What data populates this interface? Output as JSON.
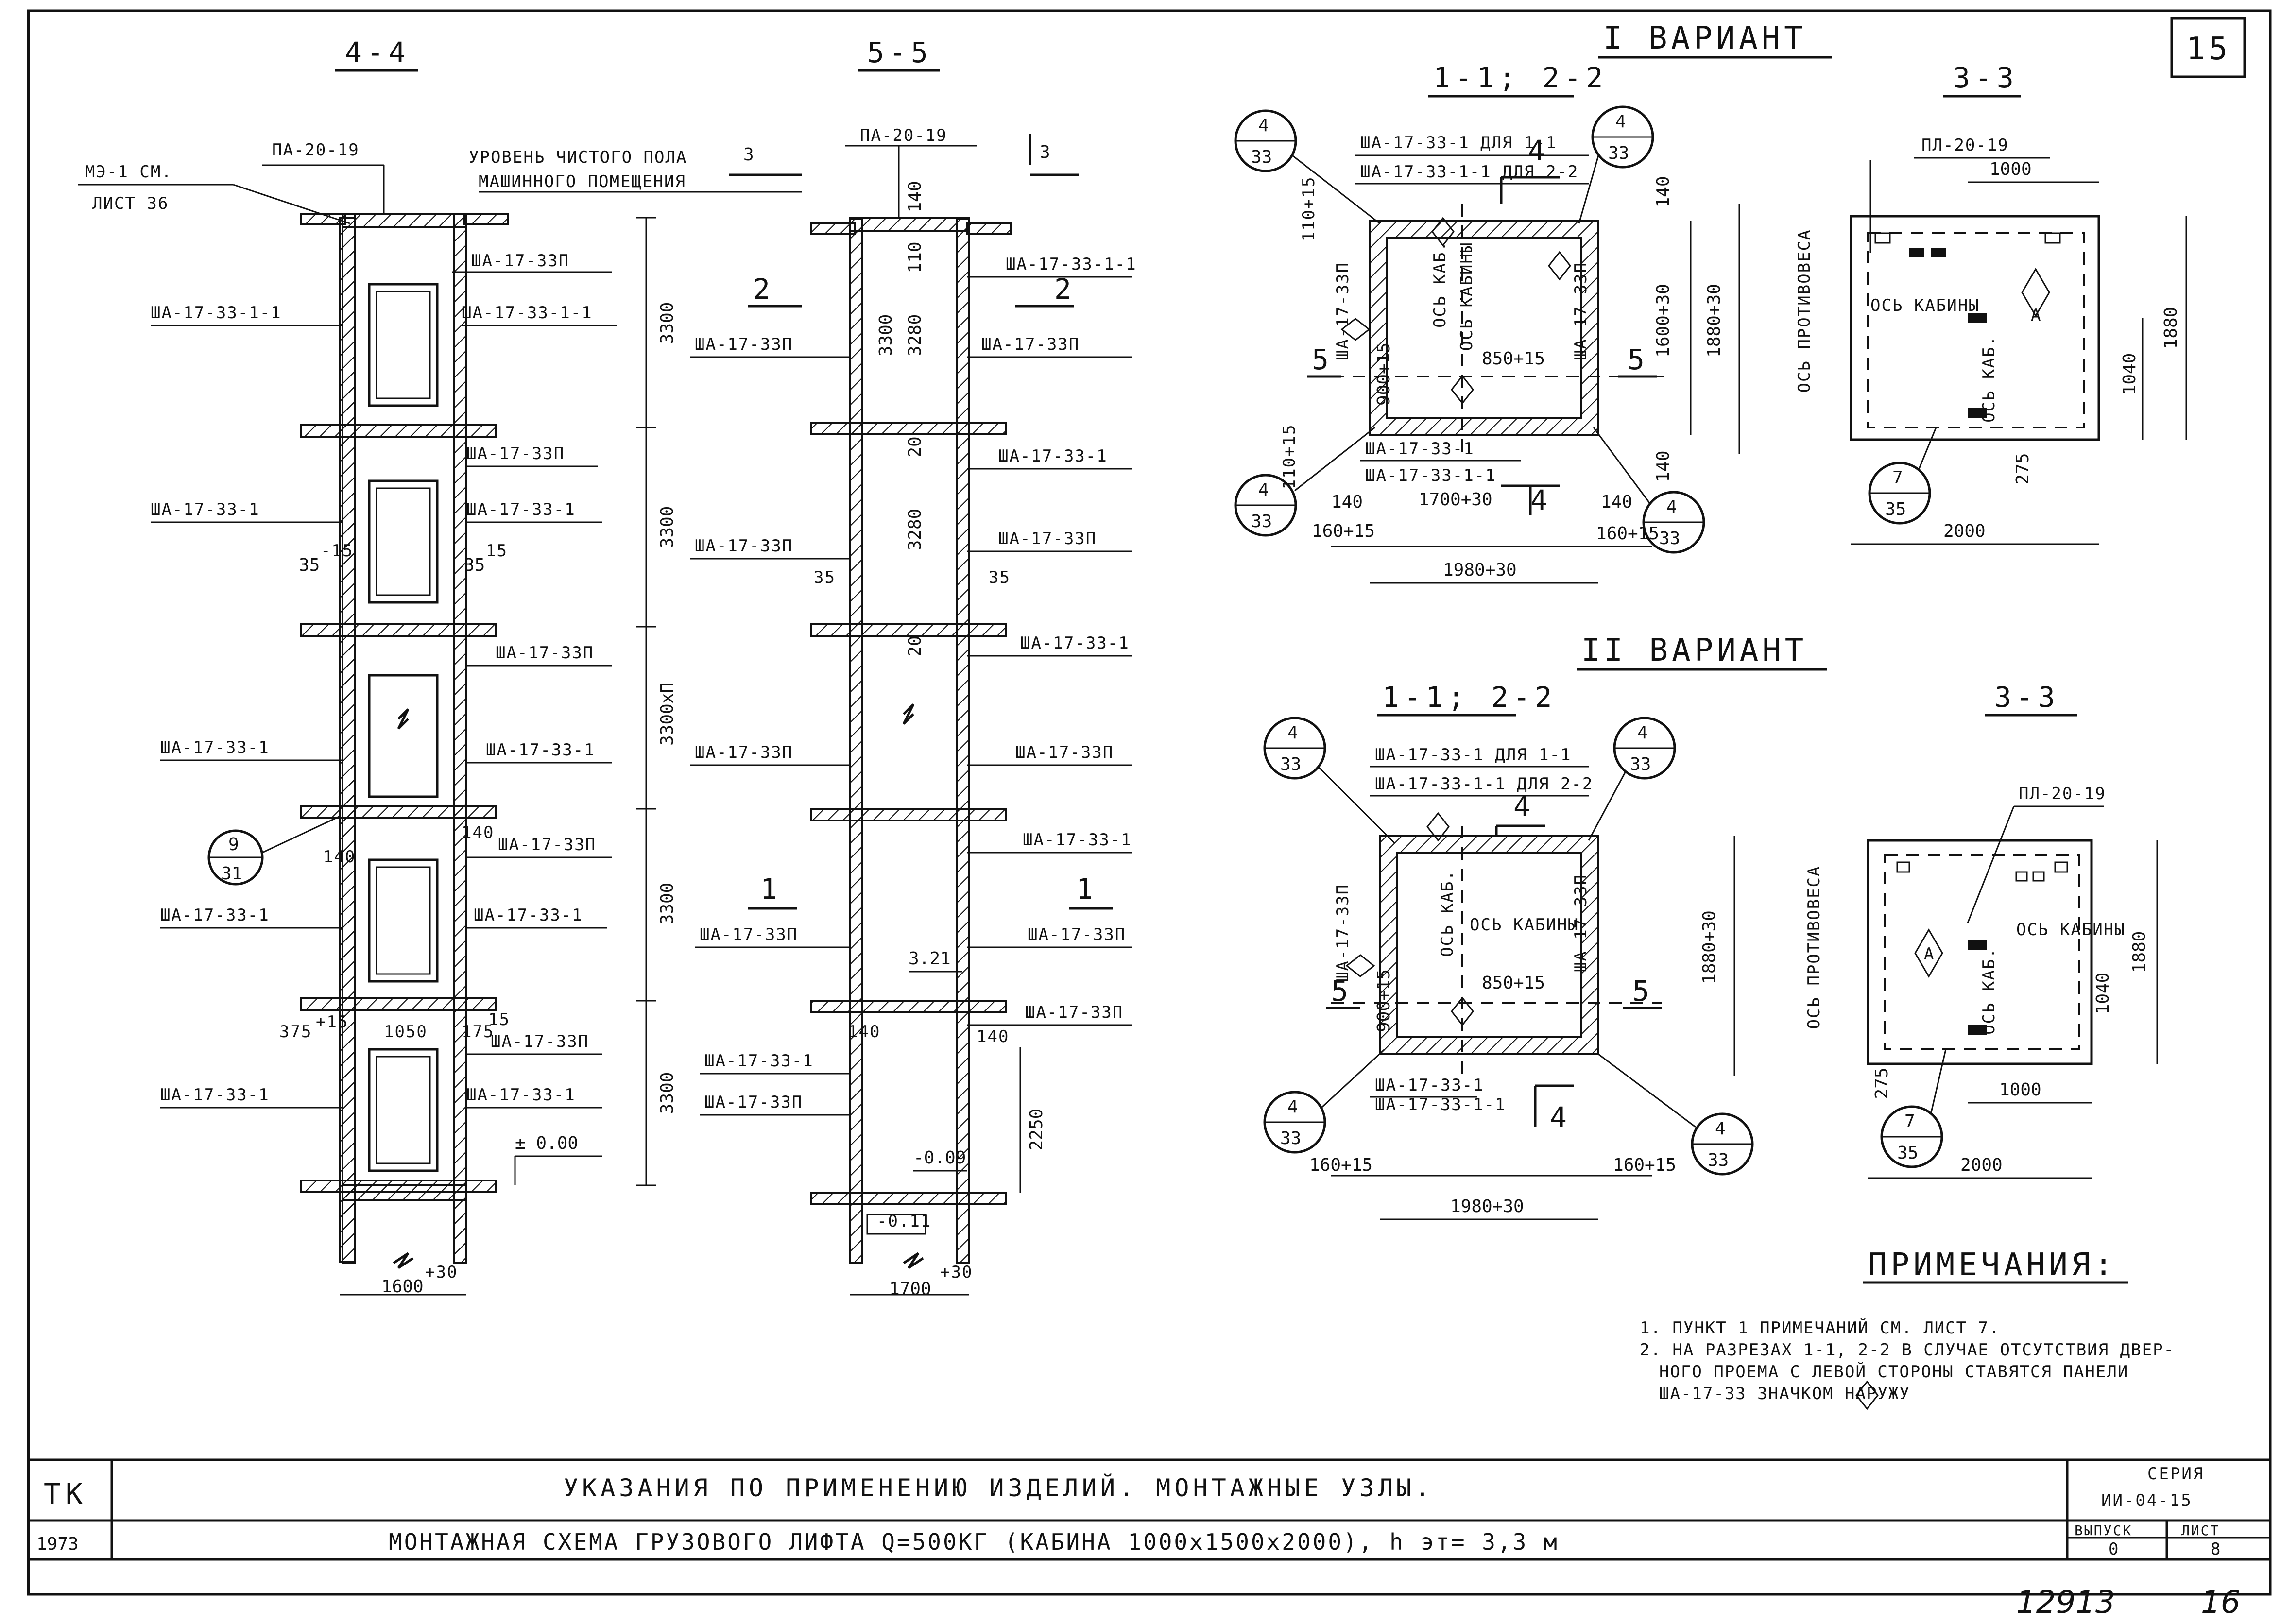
{
  "page_number": "15",
  "section_4_4": {
    "title": "4-4",
    "top_labels": [
      "МЭ-1 СМ.",
      "ЛИСТ 36",
      "ПА-20-19",
      "УРОВЕНЬ ЧИСТОГО ПОЛА",
      "МАШИННОГО ПОМЕЩЕНИЯ",
      "3"
    ],
    "left_labels": [
      "ША-17-33-1-1",
      "ША-17-33-1",
      "ША-17-33-1",
      "ША-17-33-1",
      "ША-17-33-1"
    ],
    "right_labels": [
      "ША-17-33П",
      "ША-17-33-1-1",
      "ША-17-33П",
      "ША-17-33-1",
      "ША-17-33П",
      "ША-17-33-1",
      "ША-17-33П",
      "ША-17-33-1",
      "ША-17-33П",
      "ША-17-33-1"
    ],
    "dims": [
      "3300",
      "3300",
      "3300хП",
      "3300",
      "3300",
      "1600",
      "+30",
      "1050",
      "375",
      "+15",
      "175",
      "15",
      "35",
      "-15",
      "35",
      "15",
      "140",
      "140",
      "± 0.00"
    ],
    "callout": {
      "top": "9",
      "bottom": "31"
    }
  },
  "section_5_5": {
    "title": "5-5",
    "top_labels": [
      "ПА-20-19",
      "3",
      "2",
      "2",
      "1",
      "1"
    ],
    "left_labels": [
      "ША-17-33П",
      "ША-17-33П",
      "ША-17-33П",
      "ША-17-33П",
      "ША-17-33-1",
      "ША-17-33П"
    ],
    "right_labels": [
      "ША-17-33-1-1",
      "ША-17-33П",
      "ША-17-33-1",
      "ША-17-33П",
      "ША-17-33-1",
      "ША-17-33П",
      "ША-17-33-1",
      "ША-17-33П",
      "ША-17-33П"
    ],
    "dims": [
      "140",
      "110",
      "3300",
      "3280",
      "20",
      "3280",
      "20",
      "35",
      "35",
      "2250",
      "3.21",
      "140",
      "140",
      "-0.09",
      "-0.11",
      "1700",
      "+30"
    ]
  },
  "variant_1": {
    "title": "I ВАРИАНТ",
    "plan_title": "1-1; 2-2",
    "section_title": "3-3",
    "labels": [
      "ША-17-33-1 ДЛЯ 1-1",
      "ША-17-33-1-1 ДЛЯ 2-2",
      "ША-17-33П",
      "ША-17-33П",
      "ОСЬ КАБ.",
      "ОСЬ КАБИНЫ",
      "ША-17-33-1",
      "ША-17-33-1-1",
      "ОСЬ ПРОТИВОВЕСА",
      "ОСЬ КАБИНЫ",
      "ОСЬ КАБ.",
      "ПЛ-20-19",
      "4",
      "4",
      "5",
      "5"
    ],
    "dims": [
      "110+15",
      "110+15",
      "140",
      "140",
      "1600+30",
      "1880+30",
      "850+15",
      "900+15",
      "1700+30",
      "140",
      "140",
      "160+15",
      "160+15",
      "1980+30",
      "1000",
      "1880",
      "1040",
      "275",
      "2000"
    ],
    "callouts": [
      {
        "top": "4",
        "bottom": "33"
      },
      {
        "top": "4",
        "bottom": "33"
      },
      {
        "top": "4",
        "bottom": "33"
      },
      {
        "top": "4",
        "bottom": "33"
      },
      {
        "top": "7",
        "bottom": "35"
      }
    ]
  },
  "variant_2": {
    "title": "II ВАРИАНТ",
    "plan_title": "1-1; 2-2",
    "section_title": "3-3",
    "labels": [
      "ША-17-33-1 ДЛЯ 1-1",
      "ША-17-33-1-1 ДЛЯ 2-2",
      "ША-17-33П",
      "ША-17-33П",
      "ОСЬ КАБ.",
      "ОСЬ КАБИНЫ",
      "ША-17-33-1",
      "ША-17-33-1-1",
      "ОСЬ ПРОТИВОВЕСА",
      "ПЛ-20-19",
      "ОСЬ КАБИНЫ",
      "ОСЬ КАБ.",
      "4",
      "4",
      "5",
      "5"
    ],
    "dims": [
      "1880+30",
      "850+15",
      "900+15",
      "160+15",
      "160+15",
      "1980+30",
      "1880",
      "1040",
      "275",
      "1000",
      "2000"
    ],
    "callouts": [
      {
        "top": "4",
        "bottom": "33"
      },
      {
        "top": "4",
        "bottom": "33"
      },
      {
        "top": "4",
        "bottom": "33"
      },
      {
        "top": "4",
        "bottom": "33"
      },
      {
        "top": "7",
        "bottom": "35"
      }
    ]
  },
  "notes": {
    "title": "ПРИМЕЧАНИЯ:",
    "lines": [
      "1. ПУНКТ 1        ПРИМЕЧАНИЙ СМ. ЛИСТ 7.",
      "2. НА РАЗРЕЗАХ 1-1, 2-2 В СЛУЧАЕ ОТСУТСТВИЯ ДВЕР-",
      "НОГО ПРОЕМА С ЛЕВОЙ СТОРОНЫ СТАВЯТСЯ ПАНЕЛИ",
      "ША-17-33 ЗНАЧКОМ      НАРУЖУ"
    ]
  },
  "title_block": {
    "org": "ТК",
    "year": "1973",
    "heading": "УКАЗАНИЯ ПО ПРИМЕНЕНИЮ ИЗДЕЛИЙ. МОНТАЖНЫЕ УЗЛЫ.",
    "subheading": "МОНТАЖНАЯ СХЕМА ГРУЗОВОГО ЛИФТА Q=500КГ (КАБИНА 1000х1500х2000), h эт= 3,3 м",
    "series_label": "СЕРИЯ",
    "series_value": "ИИ-04-15",
    "issue_label": "ВЫПУСК",
    "issue_value": "0",
    "sheet_label": "ЛИСТ",
    "sheet_value": "8"
  },
  "archive_number": "12913",
  "archive_page": "16"
}
